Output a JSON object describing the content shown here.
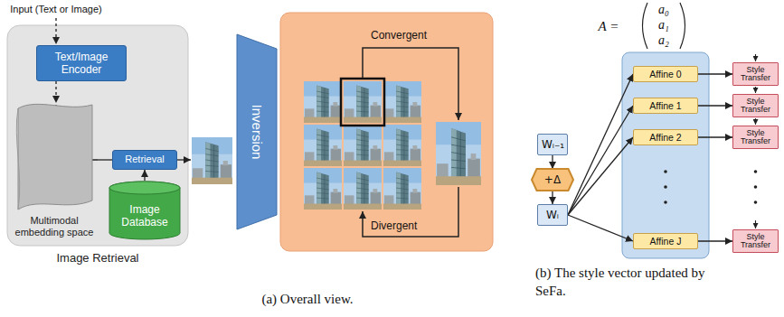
{
  "diagram": {
    "nodes": [
      {
        "text": [
          "Image Retrieval"
        ]
      },
      {
        "text": [
          "Text/Image Encoder"
        ],
        "in": 0
      },
      {
        "text": [
          "Multimodal embedding space"
        ],
        "in": 0
      },
      {
        "text": [
          "Retrieval"
        ],
        "in": 0
      },
      {
        "text": [
          "Image Database"
        ],
        "in": 0
      },
      {
        "text": [
          "Inversion"
        ]
      },
      {
        "text": [
          "Wᵢ₋₁"
        ]
      },
      {
        "text": [
          "+Δ"
        ]
      },
      {
        "text": [
          "Wᵢ"
        ]
      },
      {
        "text": [
          "A =",
          "a₀",
          "a₁",
          "a₂"
        ]
      },
      {
        "text": [
          "Affine 0"
        ],
        "in": 9
      },
      {
        "text": [
          "Affine 1"
        ],
        "in": 9
      },
      {
        "text": [
          "Affine 2"
        ],
        "in": 9
      },
      {
        "text": [
          "Affine J"
        ],
        "in": 9
      },
      {
        "text": [
          "Style Transfer"
        ]
      },
      {
        "text": [
          "Style Transfer"
        ]
      },
      {
        "text": [
          "Style Transfer"
        ]
      },
      {
        "text": [
          "Style Transfer"
        ]
      }
    ],
    "edges": [
      {
        "from": 1,
        "to": 2,
        "arrow": "to"
      },
      {
        "from": 2,
        "to": 3,
        "arrow": "none"
      },
      {
        "from": 4,
        "to": 3,
        "arrow": "to"
      },
      {
        "from": 6,
        "to": 7,
        "arrow": "to"
      },
      {
        "from": 7,
        "to": 8,
        "arrow": "to"
      },
      {
        "from": 8,
        "to": 10,
        "arrow": "to"
      },
      {
        "from": 8,
        "to": 11,
        "arrow": "to"
      },
      {
        "from": 8,
        "to": 12,
        "arrow": "to"
      },
      {
        "from": 8,
        "to": 13,
        "arrow": "to"
      },
      {
        "from": 10,
        "to": 14,
        "arrow": "to"
      },
      {
        "from": 11,
        "to": 15,
        "arrow": "to"
      },
      {
        "from": 12,
        "to": 16,
        "arrow": "to"
      },
      {
        "from": 13,
        "to": 17,
        "arrow": "to"
      }
    ],
    "labels": [
      "Input (Text or Image)",
      "Convergent",
      "Divergent",
      "(a) Overall view.",
      "(b) The style vector updated by SeFa."
    ]
  }
}
